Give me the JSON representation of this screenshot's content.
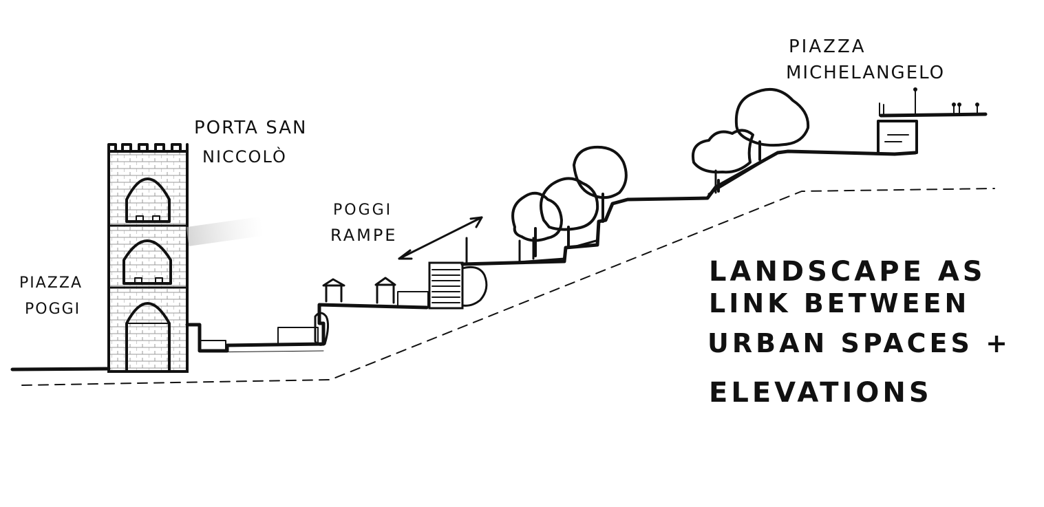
{
  "labels": {
    "piazza_poggi_line1": "PIAZZA",
    "piazza_poggi_line2": "POGGI",
    "porta_line1": "PORTA SAN",
    "porta_line2": "NICCOLÒ",
    "rampe_line1": "POGGI",
    "rampe_line2": "RAMPE",
    "michelangelo_line1": "PIAZZA",
    "michelangelo_line2": "MICHELANGELO"
  },
  "caption": {
    "line1": "LANDSCAPE AS",
    "line2": "LINK BETWEEN",
    "line3": "URBAN SPACES +",
    "line4": "ELEVATIONS"
  },
  "colors": {
    "ink": "#111111",
    "paper": "#ffffff",
    "stone_hatch": "#9a9a9a"
  }
}
